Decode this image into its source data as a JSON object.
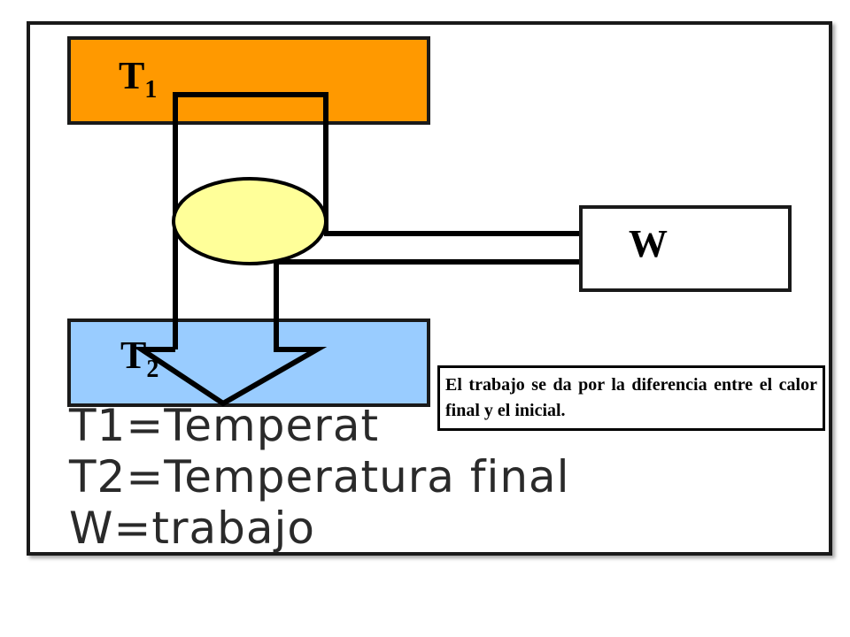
{
  "diagram": {
    "hot_reservoir": {
      "label": "T",
      "subscript": "1",
      "color": "#ff9900"
    },
    "cold_reservoir": {
      "label": "T",
      "subscript": "2",
      "color": "#99ccff"
    },
    "engine": {
      "color": "#ffff99"
    },
    "work_box": {
      "label": "W"
    }
  },
  "legend": {
    "line1": "T1=Temperat",
    "line2": "T2=Temperatura final",
    "line3": "W=trabajo"
  },
  "note": {
    "text": "El trabajo se da por la diferencia entre el calor final y el inicial."
  }
}
